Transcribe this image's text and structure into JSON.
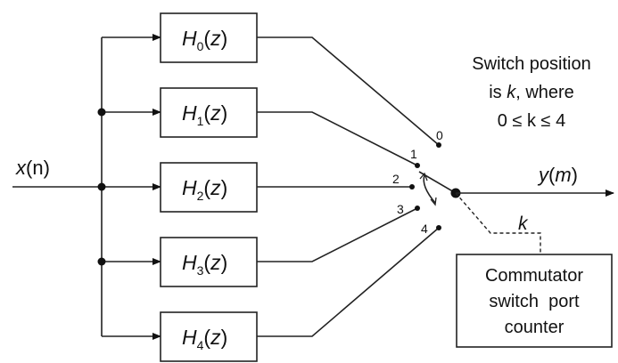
{
  "input_label": {
    "symbol": "x",
    "arg": "n"
  },
  "output_label": {
    "symbol": "y",
    "arg": "m"
  },
  "filters": [
    {
      "symbol": "H",
      "sub": "0",
      "arg": "z"
    },
    {
      "symbol": "H",
      "sub": "1",
      "arg": "z"
    },
    {
      "symbol": "H",
      "sub": "2",
      "arg": "z"
    },
    {
      "symbol": "H",
      "sub": "3",
      "arg": "z"
    },
    {
      "symbol": "H",
      "sub": "4",
      "arg": "z"
    }
  ],
  "ports": [
    "0",
    "1",
    "2",
    "3",
    "4"
  ],
  "note": {
    "line1": "Switch position",
    "line2_pre": "is ",
    "line2_var": "k",
    "line2_post": ", where",
    "line3": "0 ≤ k ≤ 4"
  },
  "control_label": "k",
  "counter_box": {
    "line1": "Commutator",
    "line2": "switch  port",
    "line3": "counter"
  }
}
